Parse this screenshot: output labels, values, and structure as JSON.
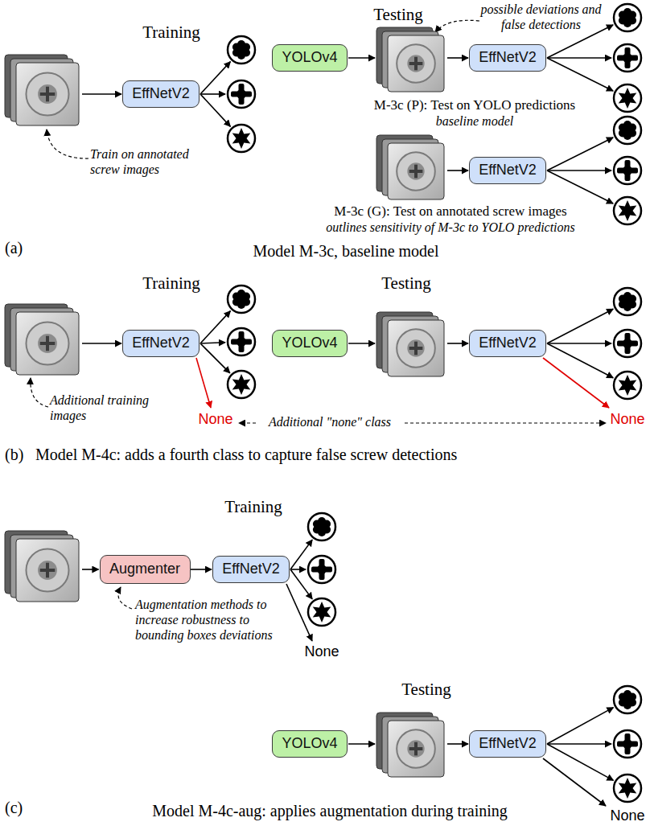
{
  "diagram": {
    "nodes": [
      {
        "text": [
          "EffNetV2"
        ]
      },
      {
        "text": [
          "YOLOv4"
        ]
      },
      {
        "text": [
          "EffNetV2"
        ]
      },
      {
        "text": [
          "EffNetV2"
        ]
      },
      {
        "text": [
          "EffNetV2"
        ]
      },
      {
        "text": [
          "YOLOv4"
        ]
      },
      {
        "text": [
          "EffNetV2"
        ]
      },
      {
        "text": [
          "Augmenter"
        ]
      },
      {
        "text": [
          "EffNetV2"
        ]
      },
      {
        "text": [
          "YOLOv4"
        ]
      },
      {
        "text": [
          "EffNetV2"
        ]
      }
    ],
    "edges": [
      {
        "from": 7,
        "to": 8,
        "arrow": "to"
      }
    ],
    "labels": [
      "Training",
      "Train on annotated screw images",
      "Testing",
      "possible deviations and false detections",
      "M-3c (P): Test on YOLO predictions",
      "baseline model",
      "M-3c (G): Test on annotated screw images",
      "outlines sensitivity of M-3c to YOLO predictions",
      "(a)",
      "Model M-3c, baseline model",
      "Training",
      "Testing",
      "None",
      "Additional training images",
      "Additional \"none\" class",
      "None",
      "(b)",
      "Model M-4c: adds a fourth class to capture false screw detections",
      "Training",
      "Augmentation methods to increase robustness to bounding boxes deviations",
      "None",
      "Testing",
      "(c)",
      "Model M-4c-aug: applies augmentation during training",
      "None"
    ]
  }
}
